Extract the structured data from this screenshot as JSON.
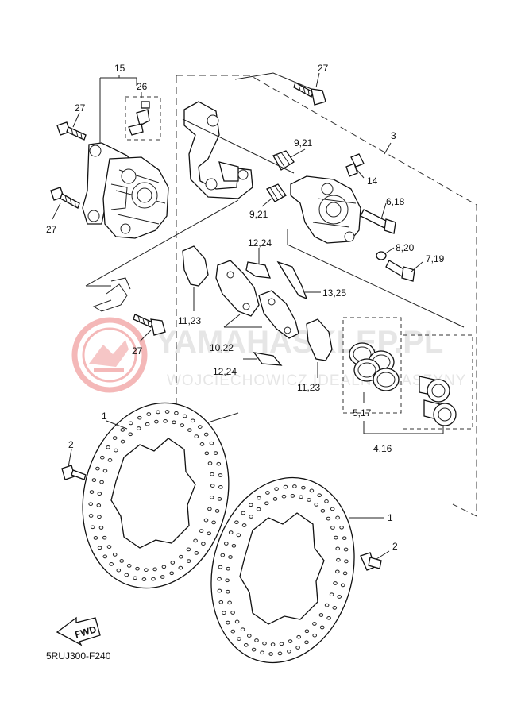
{
  "watermark": {
    "brand": "YAMAHASKLEP.PL",
    "sub": "WOJCIECHOWICZ IDEALNE MASZYNY",
    "logo_color": "#f4b8b8",
    "text_color": "#e2e2e2"
  },
  "diagram_code": "5RUJ300-F240",
  "fwd_label": "FWD",
  "callouts": {
    "c15": "15",
    "c26": "26",
    "c27a": "27",
    "c27b": "27",
    "c27c": "27",
    "c27d": "27",
    "c3": "3",
    "c9_21a": "9,21",
    "c9_21b": "9,21",
    "c14": "14",
    "c6_18": "6,18",
    "c8_20": "8,20",
    "c7_19": "7,19",
    "c12_24a": "12,24",
    "c12_24b": "12,24",
    "c13_25": "13,25",
    "c11_23a": "11,23",
    "c11_23b": "11,23",
    "c10_22": "10,22",
    "c5_17": "5,17",
    "c4_16": "4,16",
    "c1a": "1",
    "c1b": "1",
    "c2a": "2",
    "c2b": "2"
  }
}
